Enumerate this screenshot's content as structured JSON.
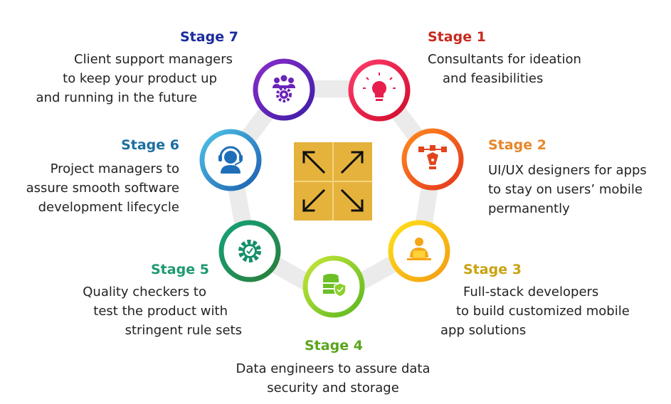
{
  "stages": [
    {
      "title": "Stage 1",
      "color": "#c62a1f",
      "icon": "lightbulb-icon",
      "lines": [
        "Consultants for ideation",
        "and feasibilities"
      ]
    },
    {
      "title": "Stage 2",
      "color": "#e8862a",
      "icon": "pen-tool-icon",
      "lines": [
        "UI/UX designers for apps",
        "to stay on users’ mobile",
        "permanently"
      ]
    },
    {
      "title": "Stage 3",
      "color": "#c9a20f",
      "icon": "developer-laptop-icon",
      "lines": [
        "Full-stack developers",
        "to build customized mobile",
        "app solutions"
      ]
    },
    {
      "title": "Stage 4",
      "color": "#5aa51d",
      "icon": "database-shield-icon",
      "lines": [
        "Data engineers to assure data",
        "security and storage"
      ]
    },
    {
      "title": "Stage 5",
      "color": "#1e9a6e",
      "icon": "gear-check-icon",
      "lines": [
        "Quality checkers to",
        "test the product with",
        "stringent rule sets"
      ]
    },
    {
      "title": "Stage 6",
      "color": "#1c6fa0",
      "icon": "headset-agent-icon",
      "lines": [
        "Project managers to",
        "assure smooth software",
        "development lifecycle"
      ]
    },
    {
      "title": "Stage 7",
      "color": "#1a2ba0",
      "icon": "team-gear-icon",
      "lines": [
        "Client support managers",
        "to keep your product up",
        "and running in the future"
      ]
    }
  ],
  "center_icon": "expand-arrows-icon",
  "center_color": "#e5b23c"
}
